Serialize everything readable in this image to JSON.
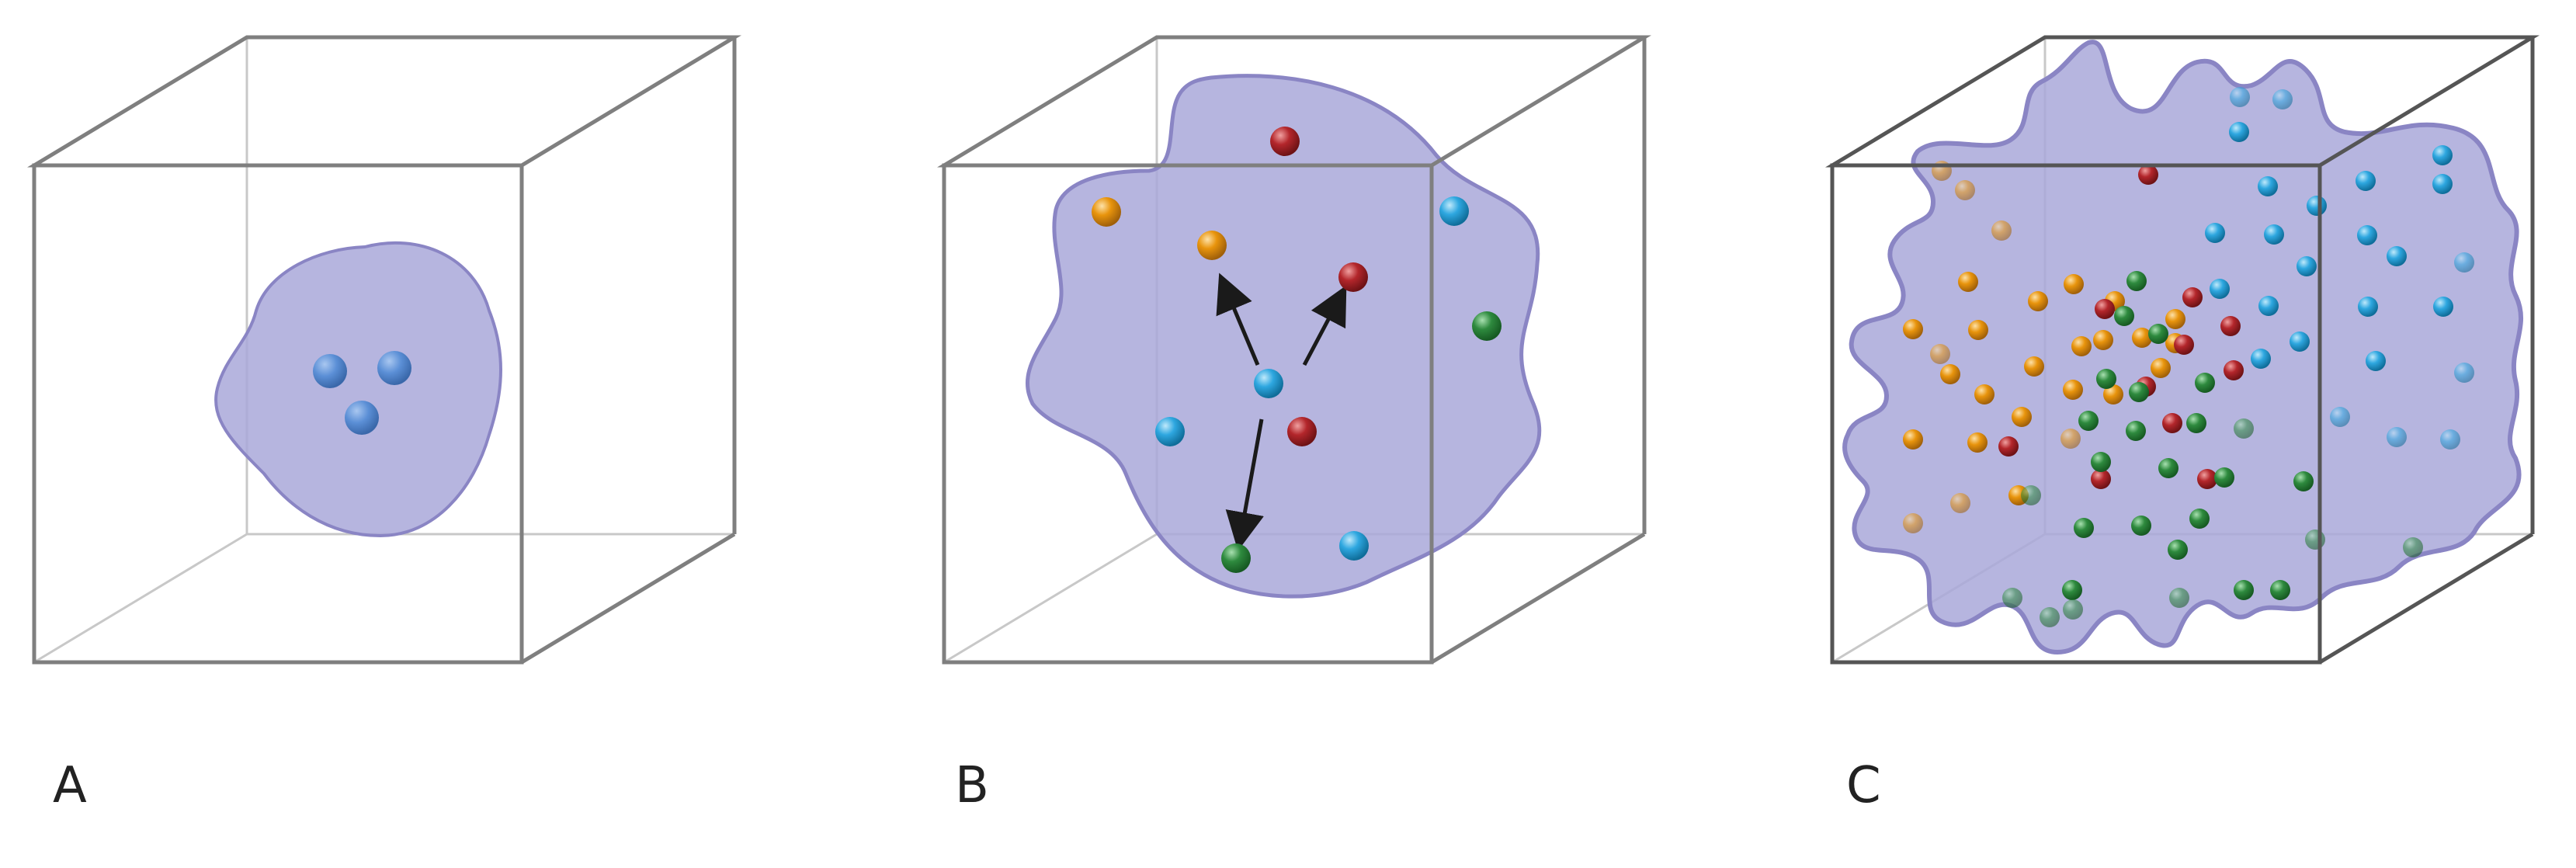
{
  "panels": [
    {
      "label": "A"
    },
    {
      "label": "B"
    },
    {
      "label": "C"
    }
  ],
  "colors": {
    "cube_edge": "#7f7f7f",
    "cube_edge_back": "#c8c8c8",
    "blob_fill": "#a9a8d9",
    "blob_stroke": "#8a85c4",
    "particle_blue": "#2ea7e0",
    "particle_orange": "#e8940c",
    "particle_red": "#b3262b",
    "particle_green": "#2e8a3e",
    "seed_blue": "#5b8fd6",
    "arrow": "#1a1a1a"
  },
  "icons": {
    "particle": "sphere-icon",
    "expansion": "arrow-icon"
  }
}
